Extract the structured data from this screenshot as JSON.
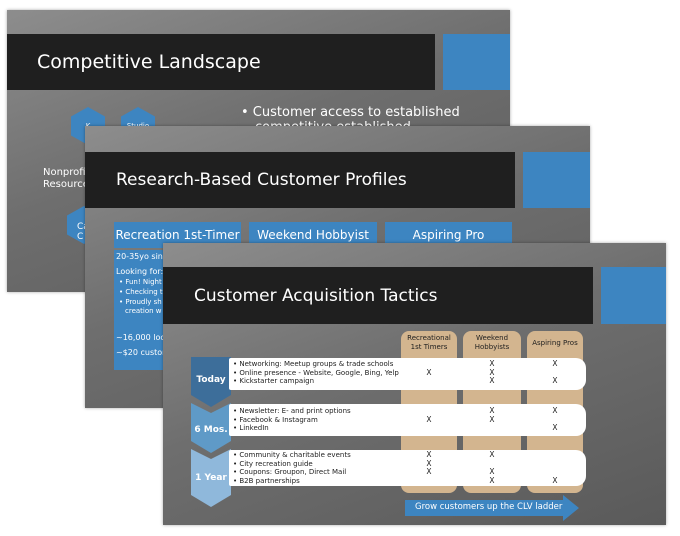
{
  "slide1": {
    "title": "Competitive Landscape",
    "bullet": "• Customer access to established",
    "bullet_cut": "competitive established",
    "hex1_label": "K",
    "hex2_label": "Studio",
    "side_label_1": "Nonprofit",
    "side_label_2": "Resource",
    "side_label_3": "Ca",
    "side_label_4": "C"
  },
  "slide2": {
    "title": "Research-Based Customer Profiles",
    "profiles": [
      "Recreation 1st-Timer",
      "Weekend Hobbyist",
      "Aspiring Pro"
    ],
    "left_lines": [
      "20-35yo sing",
      "Looking for:",
      "• Fun! Night",
      "• Checking t",
      "• Proudly sh",
      "creation w"
    ],
    "stat1": "~16,000 loca",
    "stat2": "~$20 custom"
  },
  "slide3": {
    "title": "Customer Acquisition Tactics",
    "columns": [
      "Recreational 1st Timers",
      "Weekend Hobbyists",
      "Aspiring Pros"
    ],
    "phases": [
      {
        "label": "Today",
        "items": [
          "• Networking: Meetup groups & trade schools",
          "• Online presence - Website, Google, Bing, Yelp",
          "• Kickstarter campaign"
        ],
        "marks": [
          [
            "",
            "X",
            "X"
          ],
          [
            "X",
            "X",
            ""
          ],
          [
            "",
            "X",
            "X"
          ]
        ]
      },
      {
        "label": "6 Mos.",
        "items": [
          "• Newsletter: E- and print options",
          "• Facebook & Instagram",
          "• LinkedIn"
        ],
        "marks": [
          [
            "",
            "X",
            "X"
          ],
          [
            "X",
            "X",
            ""
          ],
          [
            "",
            "",
            "X"
          ]
        ]
      },
      {
        "label": "1 Year",
        "items": [
          "• Community & charitable events",
          "• City recreation guide",
          "• Coupons: Groupon, Direct Mail",
          "• B2B partnerships"
        ],
        "marks": [
          [
            "X",
            "X",
            ""
          ],
          [
            "X",
            "",
            ""
          ],
          [
            "X",
            "X",
            ""
          ],
          [
            "",
            "X",
            "X"
          ]
        ]
      }
    ],
    "arrow_text": "Grow customers up the CLV ladder"
  },
  "colors": {
    "title_bar": "#1f1f1f",
    "accent_blue": "#3d85c1",
    "tan": "#d3b58f",
    "phase_blue": "#5f9ac7"
  }
}
